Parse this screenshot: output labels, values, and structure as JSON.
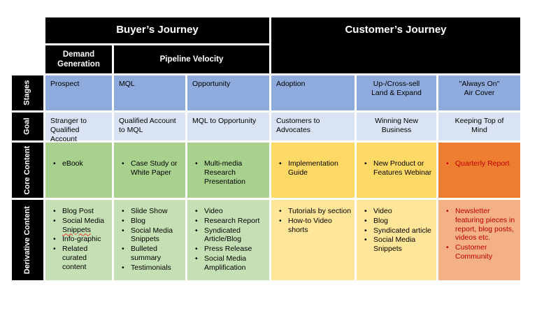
{
  "headers": {
    "buyers_journey": "Buyer’s Journey",
    "customers_journey": "Customer’s Journey",
    "demand_generation": "Demand\nGeneration",
    "pipeline_velocity": "Pipeline Velocity"
  },
  "row_labels": {
    "stages": "Stages",
    "goal": "Goal",
    "core": "Core Content",
    "derivative": "Derivative Content"
  },
  "stages": {
    "cells": [
      "Prospect",
      "MQL",
      "Opportunity",
      "Adoption",
      "Up-/Cross-sell\nLand & Expand",
      "\"Always On\"\nAir Cover"
    ]
  },
  "goal": {
    "cells": [
      "Stranger to Qualified Account",
      "Qualified Account to MQL",
      "MQL to Opportunity",
      "Customers to Advocates",
      "Winning New\nBusiness",
      "Keeping Top of\nMind"
    ]
  },
  "core": {
    "cells": [
      {
        "items": [
          "eBook"
        ]
      },
      {
        "items": [
          "Case Study or White Paper"
        ]
      },
      {
        "items": [
          "Multi-media Research Presentation"
        ]
      },
      {
        "items": [
          "Implementation Guide"
        ]
      },
      {
        "items": [
          "New Product or Features Webinar"
        ]
      },
      {
        "items": [
          "Quarterly Report"
        ]
      }
    ]
  },
  "derivative": {
    "cells": [
      {
        "items": [
          "Blog Post",
          "Social Media ",
          "Snippets",
          "Info-graphic",
          "Related curated content"
        ]
      },
      {
        "items": [
          "Slide Show",
          "Blog",
          "Social Media Snippets",
          "Bulleted summary",
          "Testimonials"
        ]
      },
      {
        "items": [
          "Video",
          "Research Report",
          "Syndicated Article/Blog",
          "Press Release",
          "Social Media Amplification"
        ]
      },
      {
        "items": [
          "Tutorials by section",
          "How-to Video shorts"
        ]
      },
      {
        "items": [
          "Video",
          "Blog",
          "Syndicated article",
          "Social Media Snippets"
        ]
      },
      {
        "items": [
          "Newsletter featuring pieces in report, blog posts, videos etc.",
          "Customer Community"
        ]
      }
    ]
  },
  "colors": {
    "header_bg": "#000000",
    "header_text": "#ffffff",
    "stages_bg": "#8FAADC",
    "goal_bg": "#DAE3F3",
    "core_green": "#A9D18E",
    "core_yellow": "#FFD966",
    "core_orange": "#ED7D31",
    "deriv_green": "#C5E0B4",
    "deriv_yellow": "#FFE699",
    "deriv_salmon": "#F4B183",
    "dark_red_text": "#C00000"
  }
}
